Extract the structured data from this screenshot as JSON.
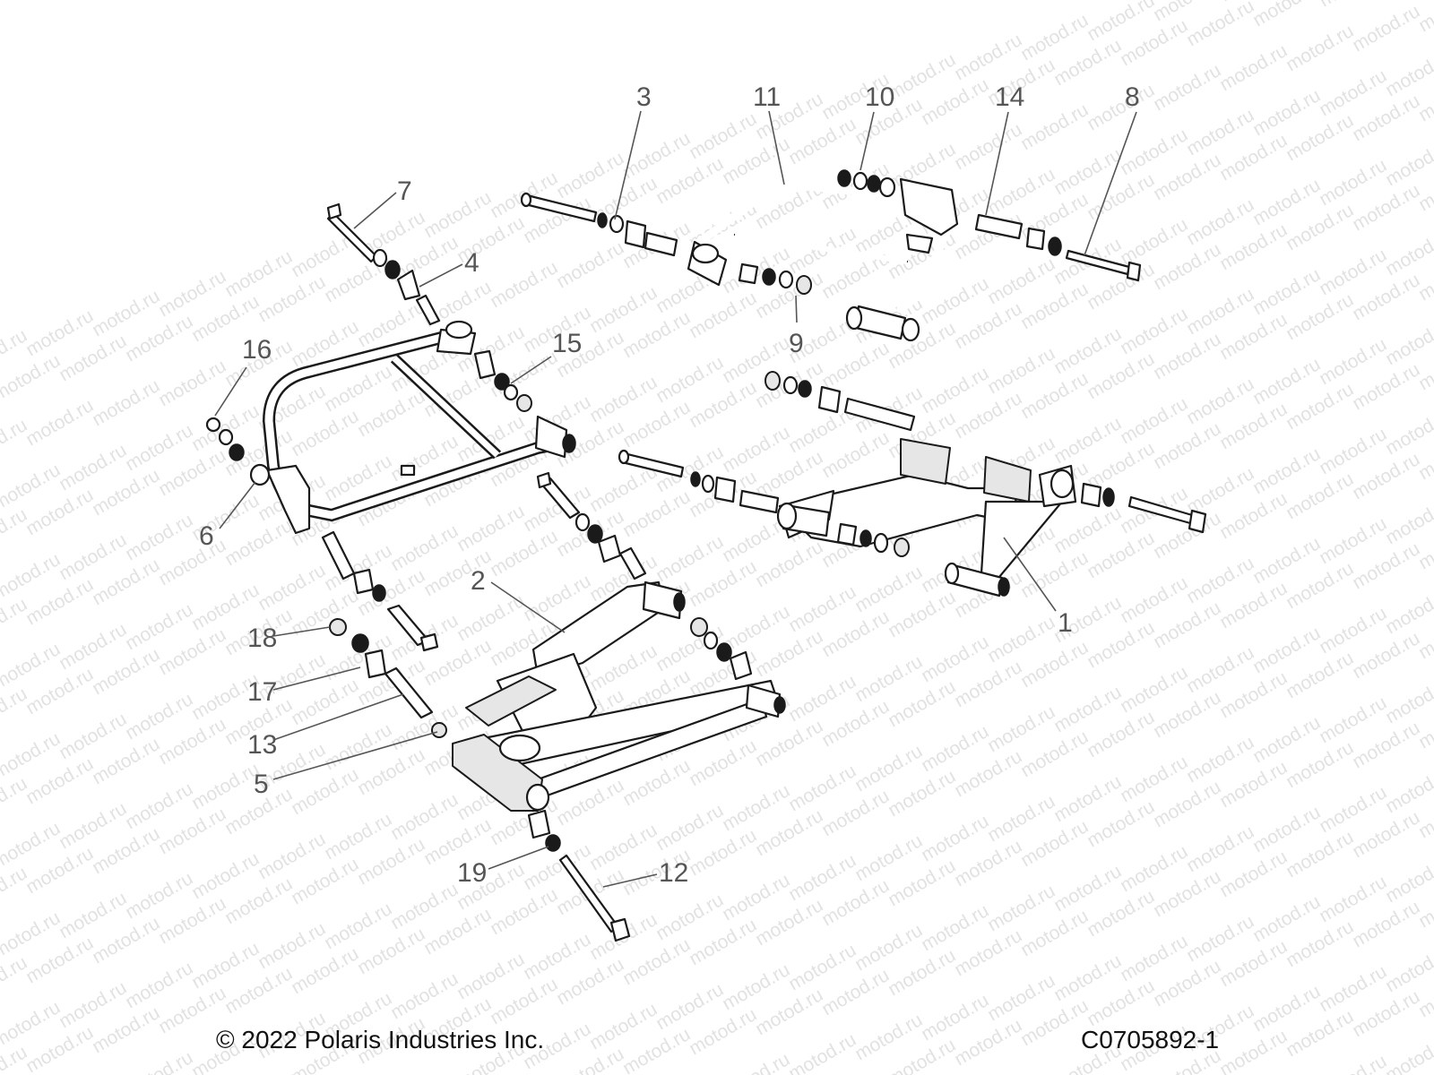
{
  "watermark": "motod.ru",
  "callouts": [
    {
      "id": "1",
      "label": "1"
    },
    {
      "id": "2",
      "label": "2"
    },
    {
      "id": "3",
      "label": "3"
    },
    {
      "id": "4",
      "label": "4"
    },
    {
      "id": "5",
      "label": "5"
    },
    {
      "id": "6",
      "label": "6"
    },
    {
      "id": "7",
      "label": "7"
    },
    {
      "id": "8",
      "label": "8"
    },
    {
      "id": "9",
      "label": "9"
    },
    {
      "id": "10",
      "label": "10"
    },
    {
      "id": "11",
      "label": "11"
    },
    {
      "id": "12",
      "label": "12"
    },
    {
      "id": "13",
      "label": "13"
    },
    {
      "id": "14",
      "label": "14"
    },
    {
      "id": "15",
      "label": "15"
    },
    {
      "id": "16",
      "label": "16"
    },
    {
      "id": "17",
      "label": "17"
    },
    {
      "id": "18",
      "label": "18"
    },
    {
      "id": "19",
      "label": "19"
    }
  ],
  "footer": {
    "copyright": "© 2022 Polaris Industries Inc.",
    "drawing_code": "C0705892-1"
  }
}
